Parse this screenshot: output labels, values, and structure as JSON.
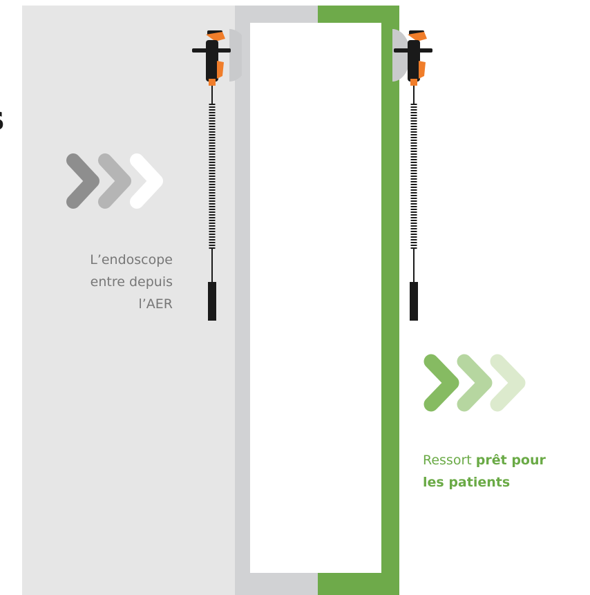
{
  "colors": {
    "grey_panel": "#e6e6e6",
    "grey_wall": "#d1d2d4",
    "green_wall": "#6eaa4a",
    "door": "#ffffff",
    "chevron_grey": [
      "#8e8e8e",
      "#b5b5b5",
      "#ffffff"
    ],
    "chevron_green": [
      "#86bb62",
      "#b6d6a0",
      "#dceacd"
    ],
    "scope_orange": "#f07d2a",
    "scope_dark": "#1a1a1a",
    "text_left": "#777777",
    "text_right": "#6aaa46",
    "heading": "#1a1a1a"
  },
  "heading_fragment": "s",
  "left": {
    "caption_lines": [
      "L’endoscope",
      "entre depuis",
      "l’AER"
    ],
    "arrows_icon": "chevron-triple-right-icon"
  },
  "right": {
    "caption_normal": "Ressort ",
    "caption_bold_1": "prêt pour",
    "caption_bold_2": "les patients",
    "arrows_icon": "chevron-triple-right-icon"
  },
  "endoscope_icon": "endoscope-icon"
}
